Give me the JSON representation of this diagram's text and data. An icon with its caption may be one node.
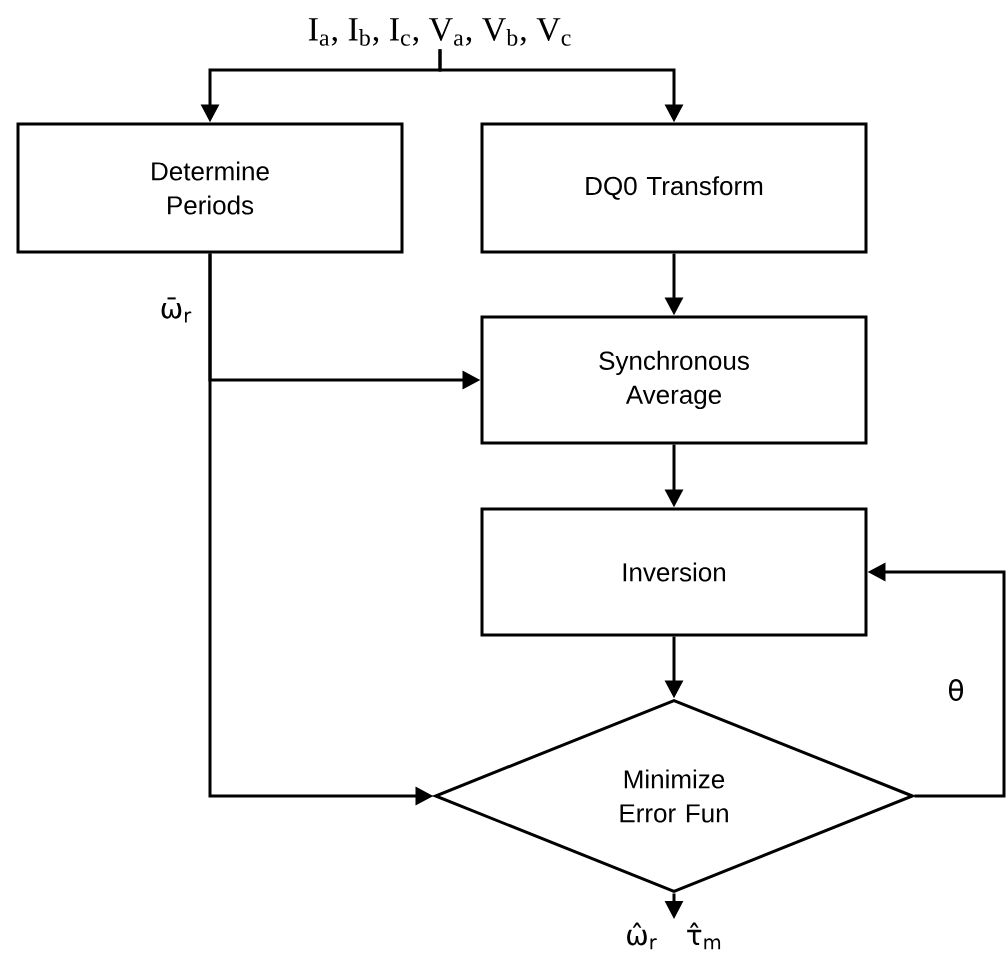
{
  "diagram": {
    "nodes": [
      {
        "text": [
          "Determine Periods"
        ]
      },
      {
        "text": [
          "DQ0 Transform"
        ]
      },
      {
        "text": [
          "Synchronous Average"
        ]
      },
      {
        "text": [
          "Inversion"
        ]
      },
      {
        "text": [
          "Minimize Error Fun"
        ]
      },
      {
        "text": [
          "I$_{a}$, I$_{b}$, I$_{c}$, V$_{a}$, V$_{b}$, V$_{c}$"
        ]
      },
      {
        "text": [
          "ω̂$_{r}$",
          "τ̂$_{m}$"
        ]
      }
    ],
    "edges": [
      {
        "from": 5,
        "to": 0,
        "arrow": "to"
      },
      {
        "from": 5,
        "to": 1,
        "arrow": "to"
      },
      {
        "from": 0,
        "to": 2,
        "arrow": "to",
        "label": "ω̄$_{r}$"
      },
      {
        "from": 0,
        "to": 4,
        "arrow": "to"
      },
      {
        "from": 1,
        "to": 2,
        "arrow": "to"
      },
      {
        "from": 2,
        "to": 3,
        "arrow": "to"
      },
      {
        "from": 3,
        "to": 4,
        "arrow": "to"
      },
      {
        "from": 4,
        "to": 3,
        "arrow": "to",
        "label": "θ"
      },
      {
        "from": 4,
        "to": 6,
        "arrow": "to"
      }
    ]
  }
}
